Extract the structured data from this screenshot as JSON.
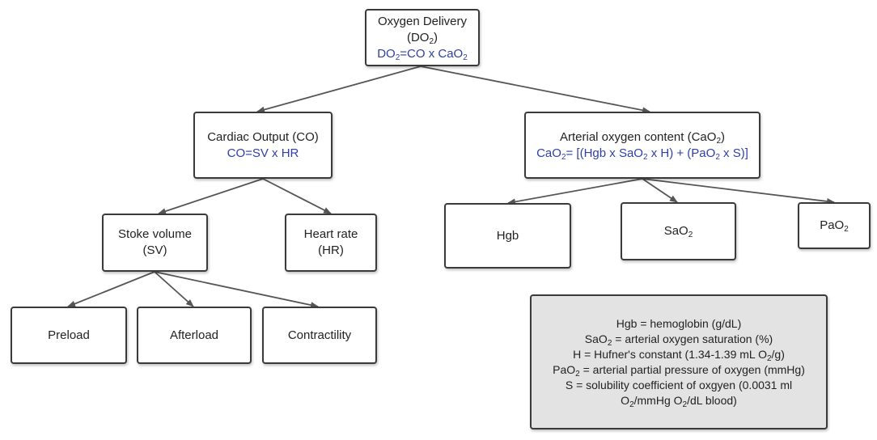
{
  "colors": {
    "formula": "#2e3fa6",
    "border": "#3a3a3a",
    "legend_bg": "#e3e3e3",
    "arrow": "#555555"
  },
  "do2": {
    "title": "Oxygen Delivery",
    "abbr_pre": "(DO",
    "abbr_sub": "2",
    "abbr_post": ")",
    "f_a": "DO",
    "f_a_sub": "2",
    "f_b": "=CO x CaO",
    "f_b_sub": "2"
  },
  "co": {
    "title": "Cardiac Output (CO)",
    "formula": "CO=SV x HR"
  },
  "cao2": {
    "title_pre": "Arterial oxygen content (CaO",
    "title_sub": "2",
    "title_post": ")",
    "f1": "CaO",
    "f1_sub": "2",
    "f2": "= [(Hgb x SaO",
    "f2_sub": "2",
    "f3": " x H) + (PaO",
    "f3_sub": "2",
    "f4": " x S)]"
  },
  "sv": {
    "line1": "Stoke volume",
    "line2": "(SV)"
  },
  "hr": {
    "line1": "Heart rate",
    "line2": "(HR)"
  },
  "preload": "Preload",
  "afterload": "Afterload",
  "contractility": "Contractility",
  "hgb": "Hgb",
  "sao2": {
    "text": "SaO",
    "sub": "2"
  },
  "pao2": {
    "text": "PaO",
    "sub": "2"
  },
  "legend": {
    "l1": "Hgb = hemoglobin (g/dL)",
    "l2_a": "SaO",
    "l2_sub": "2",
    "l2_b": " = arterial oxygen saturation (%)",
    "l3_a": "H = Hufner's constant (1.34-1.39 mL O",
    "l3_sub": "2",
    "l3_b": "/g)",
    "l4_a": "PaO",
    "l4_sub": "2",
    "l4_b": " = arterial partial pressure of oxygen (mmHg)",
    "l5": "S = solubility coefficient of oxgyen (0.0031 ml",
    "l6_a": "O",
    "l6_sub": "2",
    "l6_b": "/mmHg O",
    "l6_sub2": "2",
    "l6_c": "/dL blood)"
  }
}
